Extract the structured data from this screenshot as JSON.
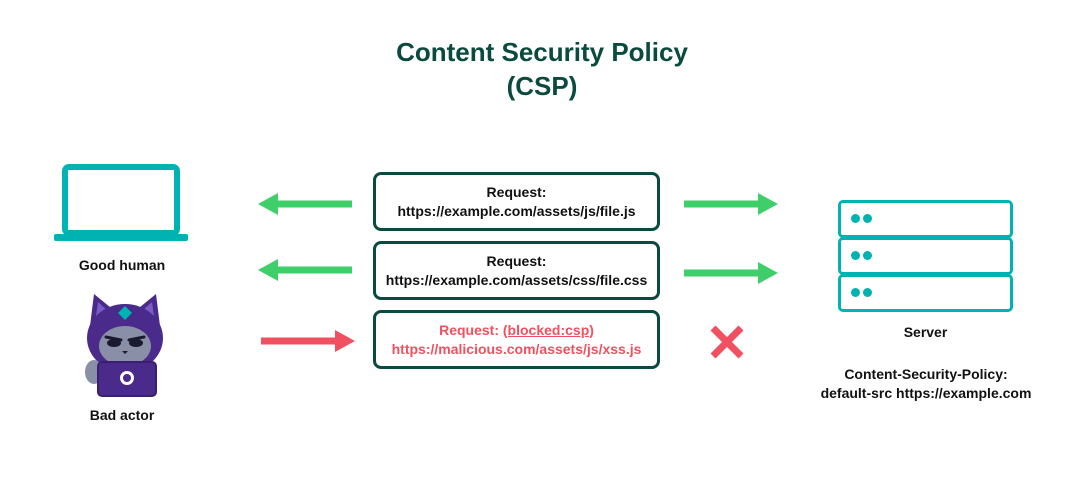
{
  "title": {
    "line1": "Content Security Policy",
    "line2": "(CSP)"
  },
  "actors": {
    "good_human": {
      "label": "Good human",
      "icon": "laptop-icon"
    },
    "bad_actor": {
      "label": "Bad actor",
      "icon": "hacker-cat-icon"
    }
  },
  "requests": [
    {
      "label": "Request:",
      "url": "https://example.com/assets/js/file.js",
      "allowed": true
    },
    {
      "label": "Request:",
      "url": "https://example.com/assets/css/file.css",
      "allowed": true
    },
    {
      "label": "Request: ",
      "blocked_tag": "(blocked:csp)",
      "url": "https://malicious.com/assets/js/xss.js",
      "allowed": false
    }
  ],
  "server": {
    "label": "Server",
    "icon": "server-rack-icon",
    "header_name": "Content-Security-Policy:",
    "header_value": "default-src https://example.com"
  },
  "colors": {
    "title": "#0b4a3e",
    "box_border": "#0b4a3e",
    "allowed_arrow": "#3ecf6a",
    "blocked_arrow": "#f0505f",
    "blocked_text": "#f0505f",
    "icon_teal": "#00b3b3",
    "cat_purple": "#4a2a8a"
  }
}
